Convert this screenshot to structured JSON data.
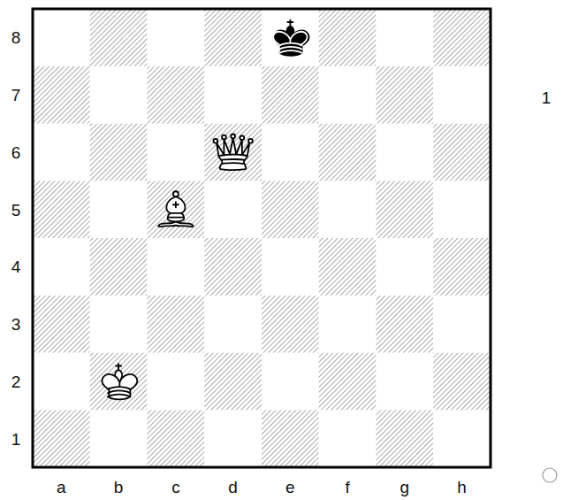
{
  "diagram": {
    "labels": [
      "8",
      "7",
      "6",
      "5",
      "4",
      "3",
      "2",
      "1",
      "a",
      "b",
      "c",
      "d",
      "e",
      "f",
      "g",
      "h",
      "1"
    ]
  }
}
